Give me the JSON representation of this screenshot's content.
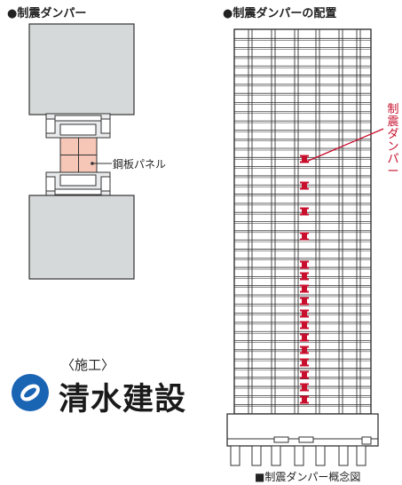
{
  "left_title": "●制震ダンパー",
  "right_title": "●制震ダンパーの配置",
  "panel_label": "鋼板パネル",
  "damper_vertical_label": [
    "制",
    "震",
    "ダ",
    "ン",
    "パ",
    "ー"
  ],
  "construction_label": "〈施工〉",
  "company_name": "清水建設",
  "caption": "■制震ダンパー概念図",
  "colors": {
    "column": "#d6d9da",
    "panel": "#f6c6b6",
    "damper": "#c8102e",
    "line": "#333333"
  },
  "logo_icon": "shimizu-logo-icon"
}
